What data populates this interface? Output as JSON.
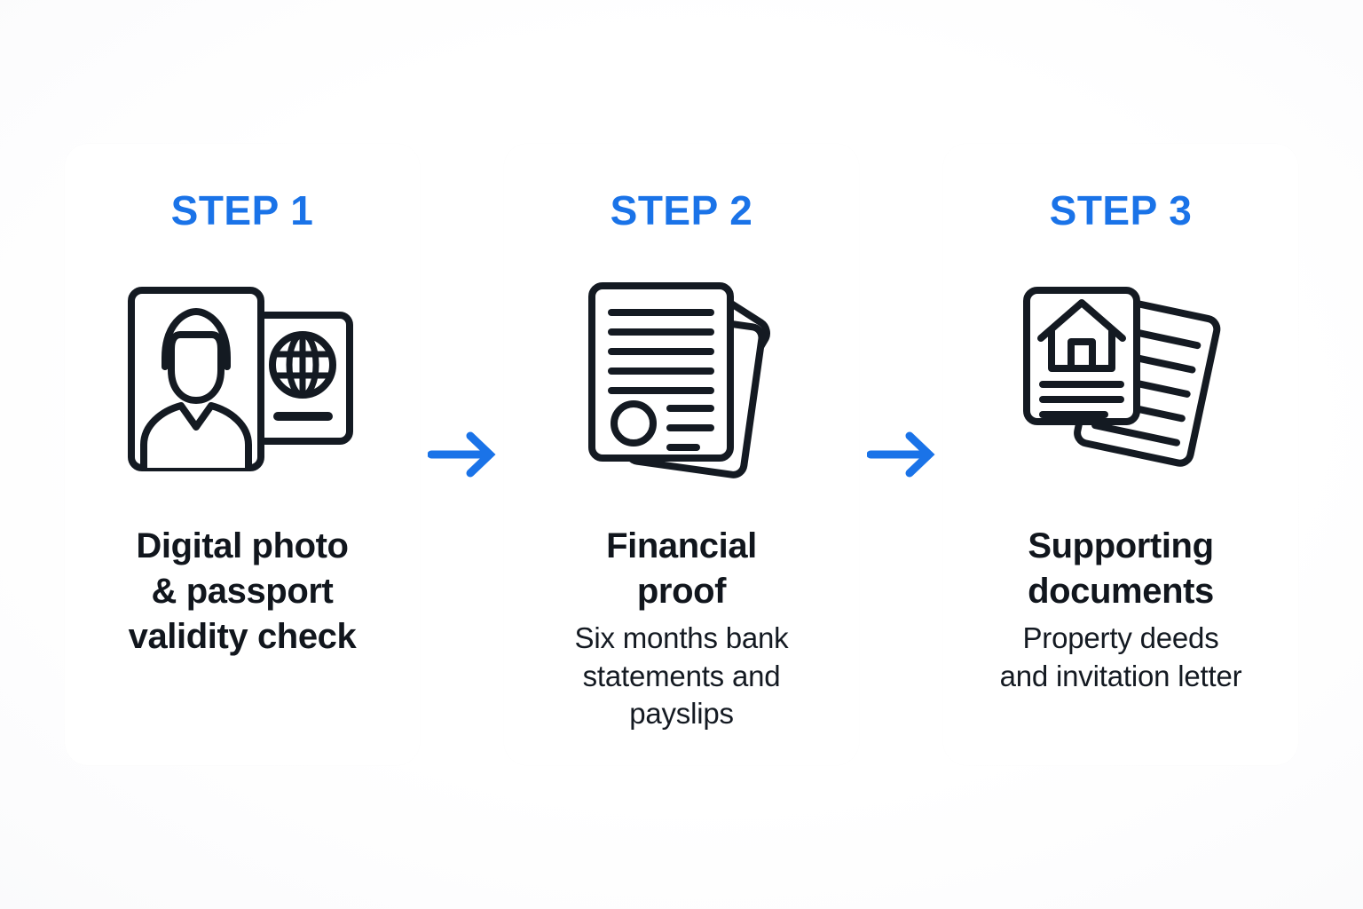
{
  "page": {
    "kind": "three-step-infographic",
    "background_color": "#ffffff",
    "accent_color": "#1a73e8",
    "text_color": "#11161d",
    "icon_stroke_color": "#141a22"
  },
  "steps": [
    {
      "step_label": "STEP 1",
      "title": "Digital photo\n& passport\nvalidity check",
      "subtitle": "",
      "icon_name": "id-card-and-passport-icon"
    },
    {
      "step_label": "STEP 2",
      "title": "Financial\nproof",
      "subtitle": "Six months bank\nstatements and\npayslips",
      "icon_name": "certificate-documents-icon"
    },
    {
      "step_label": "STEP 3",
      "title": "Supporting\ndocuments",
      "subtitle": "Property deeds\nand invitation letter",
      "icon_name": "property-documents-icon"
    }
  ],
  "connectors": [
    {
      "icon_name": "arrow-right-icon",
      "color": "#1a73e8"
    },
    {
      "icon_name": "arrow-right-icon",
      "color": "#1a73e8"
    }
  ]
}
